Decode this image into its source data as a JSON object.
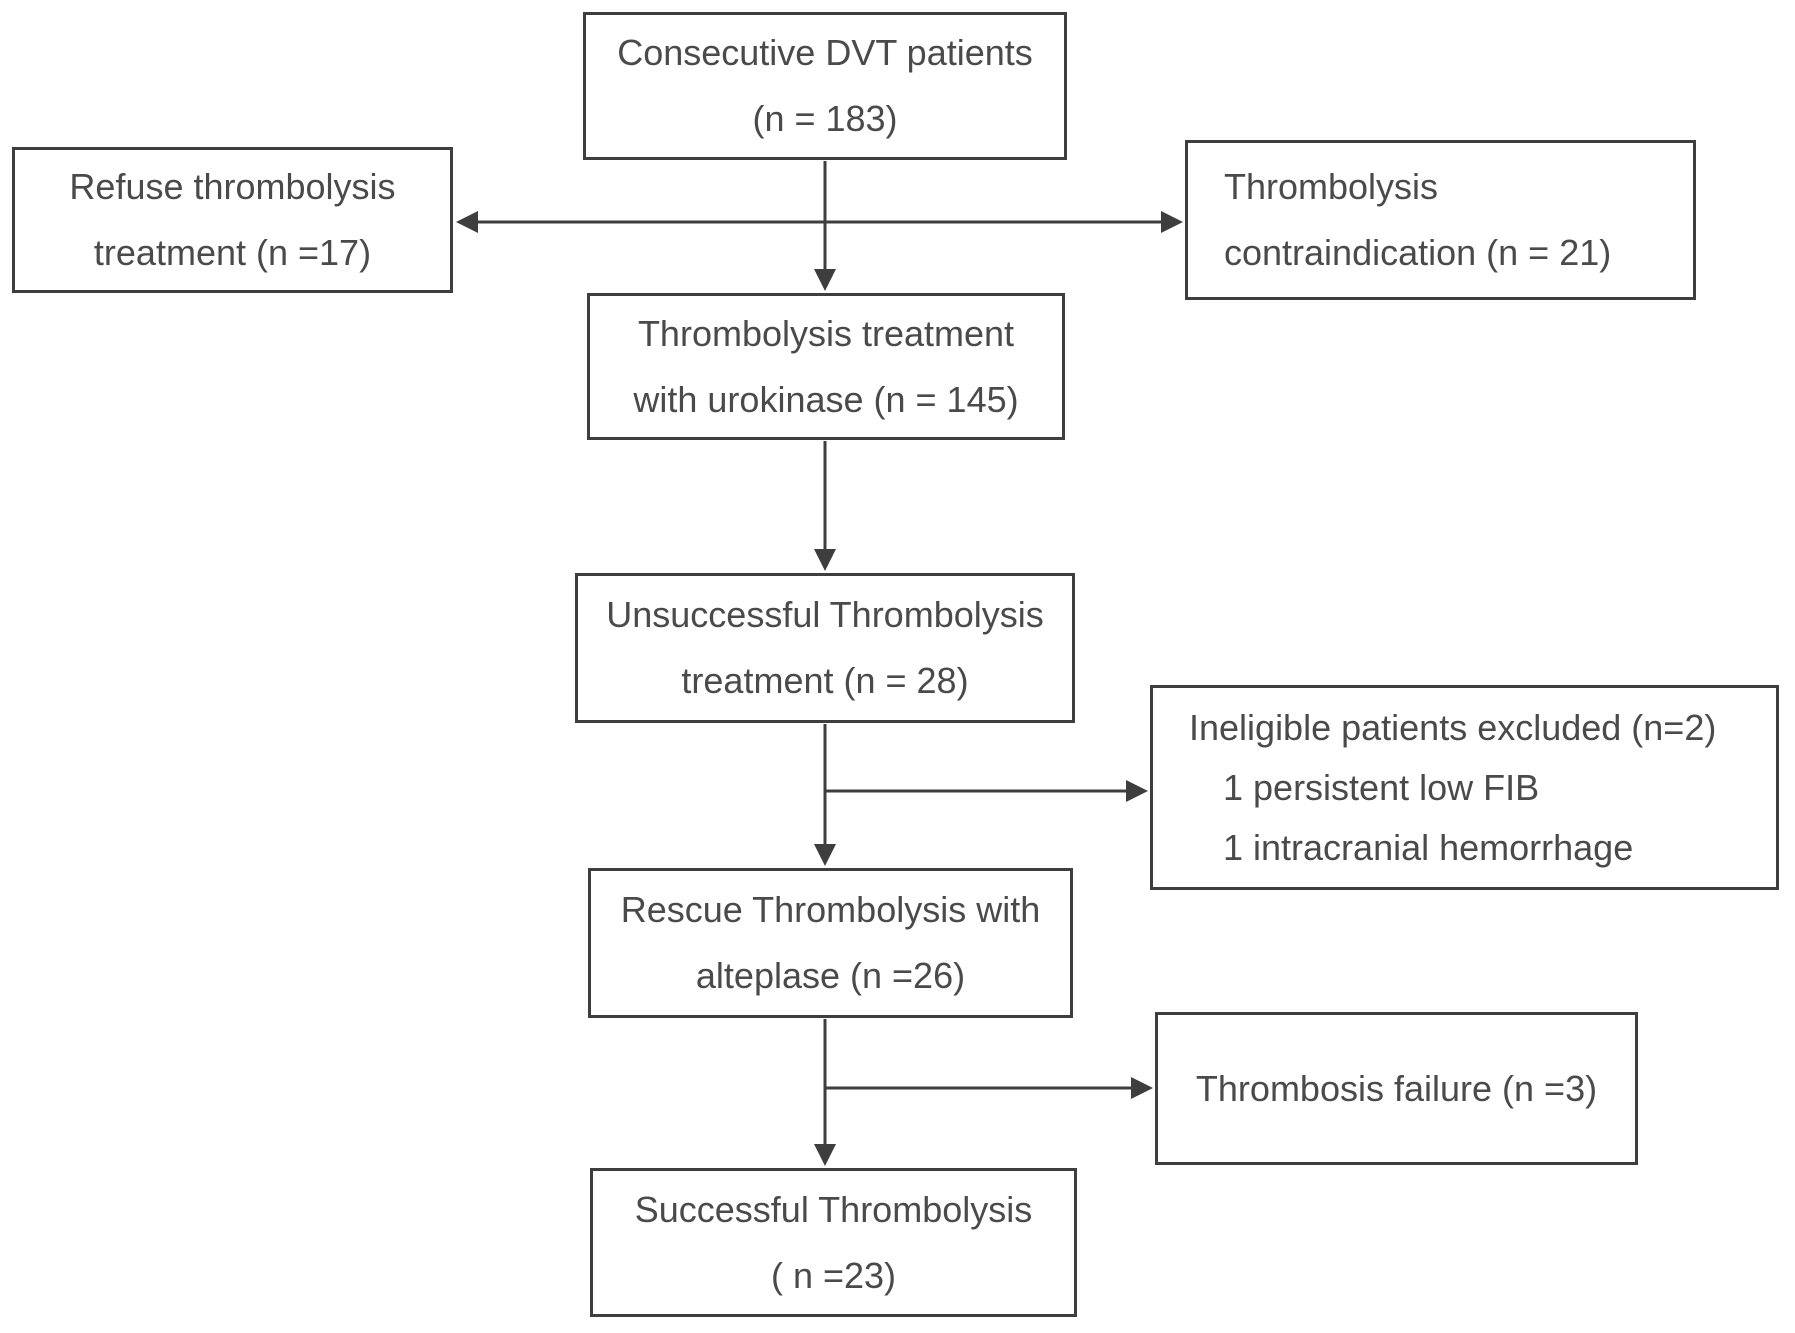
{
  "diagram": {
    "type": "flowchart",
    "background_color": "#ffffff",
    "line_color": "#3e3e3e",
    "text_color": "#4a4a4a",
    "boxes": {
      "consecutive": {
        "line1": "Consecutive DVT patients",
        "line2": "(n = 183)"
      },
      "refuse": {
        "line1": "Refuse thrombolysis",
        "line2": "treatment (n =17)"
      },
      "contraindication": {
        "line1": "Thrombolysis",
        "line2": "contraindication (n = 21)"
      },
      "urokinase": {
        "line1": "Thrombolysis treatment",
        "line2": "with urokinase (n = 145)"
      },
      "unsuccessful": {
        "line1": "Unsuccessful Thrombolysis",
        "line2": "treatment (n = 28)"
      },
      "ineligible": {
        "line1": "Ineligible patients excluded (n=2)",
        "line2": "1 persistent low FIB",
        "line3": "1 intracranial hemorrhage"
      },
      "rescue": {
        "line1": "Rescue Thrombolysis with",
        "line2": "alteplase (n =26)"
      },
      "failure": {
        "line1": "Thrombosis failure (n =3)"
      },
      "successful": {
        "line1": "Successful Thrombolysis",
        "line2": "( n =23)"
      }
    },
    "edges": [
      {
        "from": "consecutive",
        "to": "refuse"
      },
      {
        "from": "consecutive",
        "to": "contraindication"
      },
      {
        "from": "consecutive",
        "to": "urokinase"
      },
      {
        "from": "urokinase",
        "to": "unsuccessful"
      },
      {
        "from": "unsuccessful",
        "to": "ineligible"
      },
      {
        "from": "unsuccessful",
        "to": "rescue"
      },
      {
        "from": "rescue",
        "to": "failure"
      },
      {
        "from": "rescue",
        "to": "successful"
      }
    ]
  }
}
